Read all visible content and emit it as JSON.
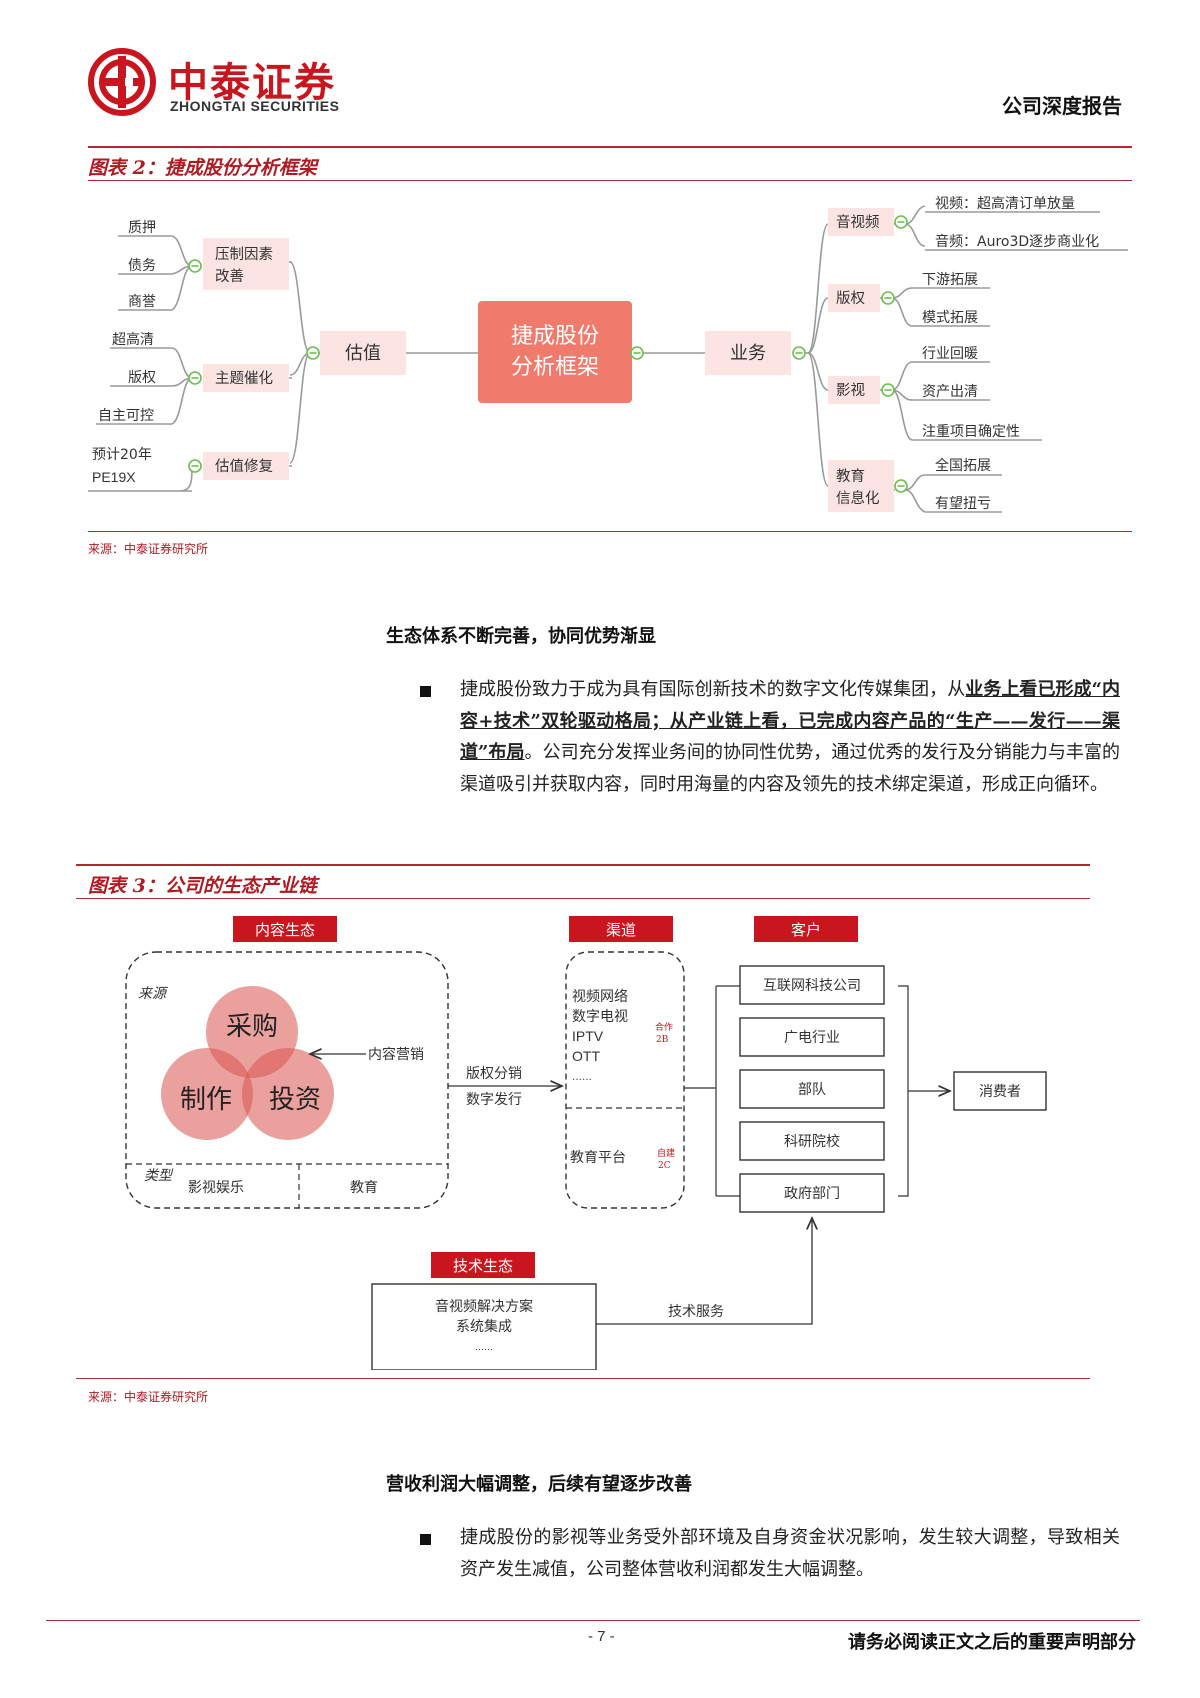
{
  "header": {
    "logo_cn": "中泰证券",
    "logo_en": "ZHONGTAI SECURITIES",
    "report_type": "公司深度报告"
  },
  "figure2": {
    "title": "图表 2：捷成股份分析框架",
    "source": "来源：中泰证券研究所",
    "center": [
      "捷成股份",
      "分析框架"
    ],
    "left": {
      "root": "估值",
      "groups": [
        {
          "label": [
            "压制因素",
            "改善"
          ],
          "leaves": [
            "质押",
            "债务",
            "商誉"
          ]
        },
        {
          "label": [
            "主题催化"
          ],
          "leaves": [
            "超高清",
            "版权",
            "自主可控"
          ]
        },
        {
          "label": [
            "估值修复"
          ],
          "leaves": [
            "预计20年",
            "PE19X"
          ]
        }
      ]
    },
    "right": {
      "root": "业务",
      "groups": [
        {
          "label": [
            "音视频"
          ],
          "leaves": [
            "视频：超高清订单放量",
            "音频：Auro3D逐步商业化"
          ]
        },
        {
          "label": [
            "版权"
          ],
          "leaves": [
            "下游拓展",
            "模式拓展"
          ]
        },
        {
          "label": [
            "影视"
          ],
          "leaves": [
            "行业回暖",
            "资产出清",
            "注重项目确定性"
          ]
        },
        {
          "label": [
            "教育",
            "信息化"
          ],
          "leaves": [
            "全国拓展",
            "有望扭亏"
          ]
        }
      ]
    }
  },
  "section1": {
    "title": "生态体系不断完善，协同优势渐显",
    "para": {
      "p1": "捷成股份致力于成为具有国际创新技术的数字文化传媒集团，从",
      "u1": "业务上看已形成“内容+技术”双轮驱动格局；从产业链上看，已完成内容产品的“生产——发行——渠道”布局",
      "p2": "。公司充分发挥业务间的协同性优势，通过优秀的发行及分销能力与丰富的渠道吸引并获取内容，同时用海量的内容及领先的技术绑定渠道，形成正向循环。"
    }
  },
  "figure3": {
    "title": "图表 3：公司的生态产业链",
    "source": "来源：中泰证券研究所",
    "headers": {
      "content": "内容生态",
      "channel": "渠道",
      "customer": "客户",
      "tech": "技术生态"
    },
    "content": {
      "source_label": "来源",
      "circles": [
        "采购",
        "制作",
        "投资"
      ],
      "marketing": "内容营销",
      "type_label": "类型",
      "types": [
        "影视娱乐",
        "教育"
      ]
    },
    "flow_labels": [
      "版权分销",
      "数字发行"
    ],
    "channel": {
      "items": [
        "视频网络",
        "数字电视",
        "IPTV",
        "OTT",
        "……"
      ],
      "coop_tag": [
        "合作",
        "2B"
      ],
      "edu": "教育平台",
      "self_tag": [
        "自建",
        "2C"
      ]
    },
    "customers": [
      "互联网科技公司",
      "广电行业",
      "部队",
      "科研院校",
      "政府部门"
    ],
    "consumer": "消费者",
    "tech_items": [
      "音视频解决方案",
      "系统集成",
      "……"
    ],
    "tech_service": "技术服务"
  },
  "section2": {
    "title": "营收利润大幅调整，后续有望逐步改善",
    "para": "捷成股份的影视等业务受外部环境及自身资金状况影响，发生较大调整，导致相关资产发生减值，公司整体营收利润都发生大幅调整。"
  },
  "footer": {
    "page": "- 7 -",
    "notice": "请务必阅读正文之后的重要声明部分"
  },
  "colors": {
    "brand_red": "#c9151e",
    "salmon": "#f07a6c",
    "pink_box": "#fbe4e2",
    "node_green": "#6abf4b"
  }
}
